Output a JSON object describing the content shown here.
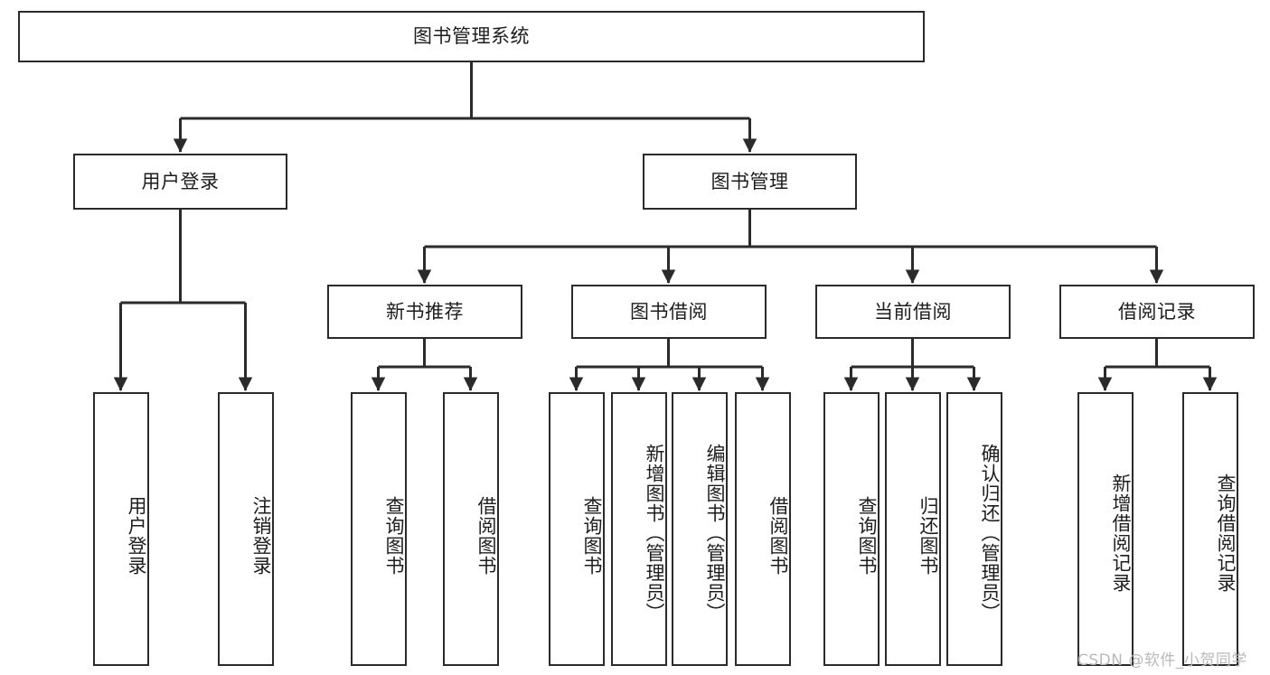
{
  "diagram": {
    "type": "tree-hierarchy",
    "title": "图书管理系统",
    "watermark": "CSDN @软件_小贺同学",
    "colors": {
      "stroke": "#2b2b2b",
      "fill": "#ffffff",
      "text": "#1d1d1d",
      "watermark": "#b9b9b9"
    },
    "root": {
      "id": "root",
      "label": "图书管理系统"
    },
    "level2": [
      {
        "id": "user-login",
        "label": "用户登录"
      },
      {
        "id": "book-manage",
        "label": "图书管理"
      }
    ],
    "level3": [
      {
        "id": "new-book-rec",
        "label": "新书推荐",
        "parent": "book-manage"
      },
      {
        "id": "book-borrow",
        "label": "图书借阅",
        "parent": "book-manage"
      },
      {
        "id": "current-borrow",
        "label": "当前借阅",
        "parent": "book-manage"
      },
      {
        "id": "borrow-record",
        "label": "借阅记录",
        "parent": "book-manage"
      }
    ],
    "leaves": [
      {
        "id": "leaf-user-login",
        "label": "用户登录",
        "parent": "user-login"
      },
      {
        "id": "leaf-user-logout",
        "label": "注销登录",
        "parent": "user-login"
      },
      {
        "id": "leaf-query-book-1",
        "label": "查询图书",
        "parent": "new-book-rec"
      },
      {
        "id": "leaf-borrow-book-1",
        "label": "借阅图书",
        "parent": "new-book-rec"
      },
      {
        "id": "leaf-query-book-2",
        "label": "查询图书",
        "parent": "book-borrow"
      },
      {
        "id": "leaf-add-book",
        "label": "新增图书（管理员）",
        "parent": "book-borrow"
      },
      {
        "id": "leaf-edit-book",
        "label": "编辑图书（管理员）",
        "parent": "book-borrow"
      },
      {
        "id": "leaf-borrow-book-2",
        "label": "借阅图书",
        "parent": "book-borrow"
      },
      {
        "id": "leaf-query-book-3",
        "label": "查询图书",
        "parent": "current-borrow"
      },
      {
        "id": "leaf-return-book",
        "label": "归还图书",
        "parent": "current-borrow"
      },
      {
        "id": "leaf-confirm-return",
        "label": "确认归还（管理员）",
        "parent": "current-borrow"
      },
      {
        "id": "leaf-add-record",
        "label": "新增借阅记录",
        "parent": "borrow-record"
      },
      {
        "id": "leaf-query-record",
        "label": "查询借阅记录",
        "parent": "borrow-record"
      }
    ]
  }
}
